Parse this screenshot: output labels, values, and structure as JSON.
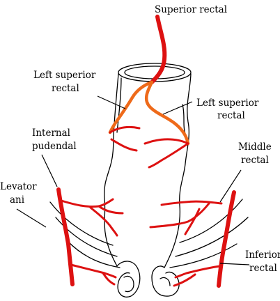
{
  "colors": {
    "artery": "#dd1111",
    "artery_highlight": "#ee6a1a",
    "outline": "#000000",
    "background": "#ffffff"
  },
  "labels": {
    "superior_rectal": "Superior rectal",
    "left_superior_rectal_a_line1": "Left superior",
    "left_superior_rectal_a_line2": "rectal",
    "left_superior_rectal_b_line1": "Left superior",
    "left_superior_rectal_b_line2": "rectal",
    "internal_pudendal_line1": "Internal",
    "internal_pudendal_line2": "pudendal",
    "middle_rectal_line1": "Middle",
    "middle_rectal_line2": "rectal",
    "levator_ani_line1": "Levator",
    "levator_ani_line2": "ani",
    "inferior_rectal_line1": "Inferior",
    "inferior_rectal_line2": "rectal"
  }
}
